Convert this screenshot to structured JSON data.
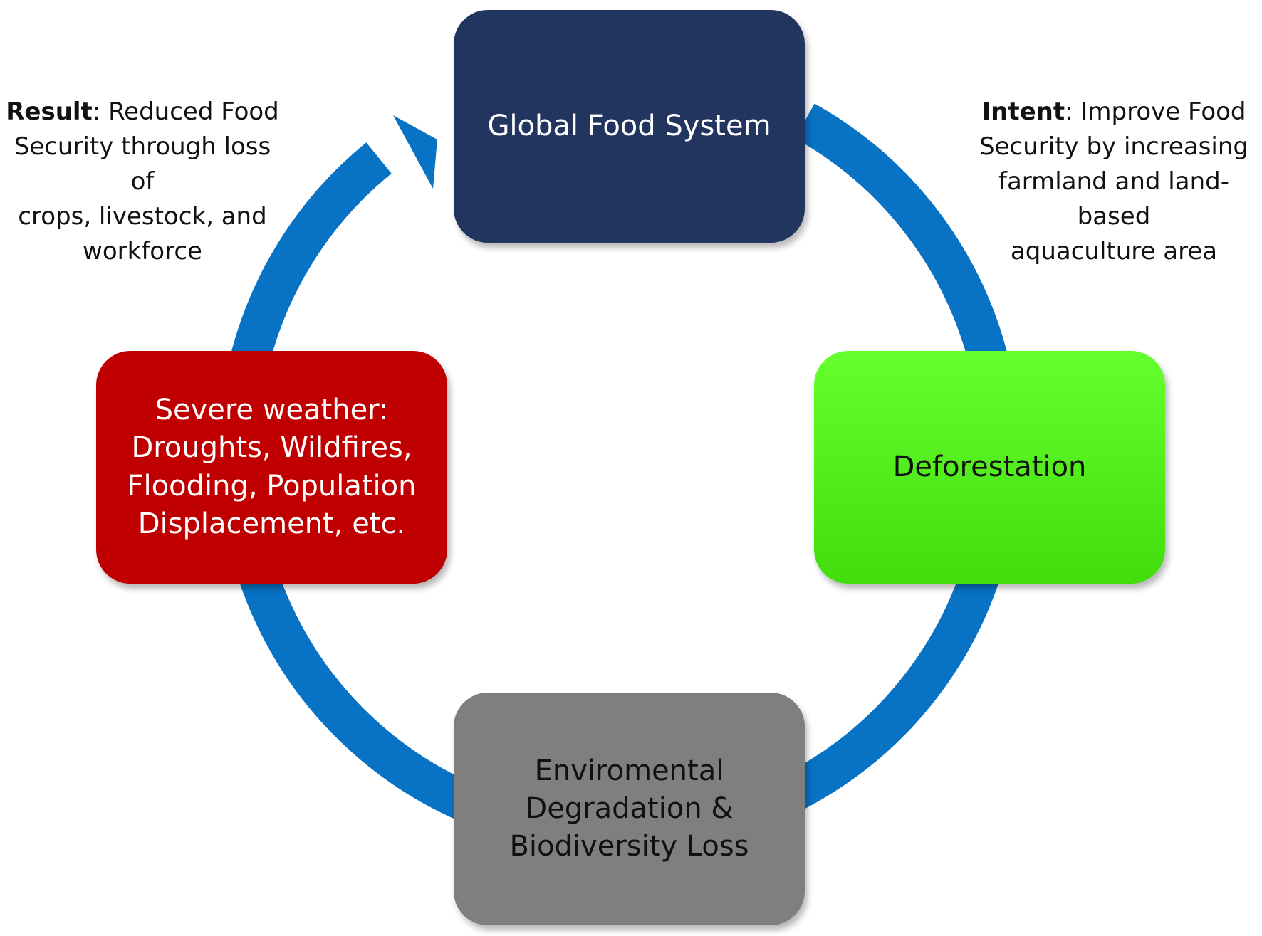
{
  "colors": {
    "ring": "#0872c4",
    "global_food_system": "#22355f",
    "deforestation": "#4fe91a",
    "environmental_degradation": "#7f7f7f",
    "severe_weather": "#c00000"
  },
  "nodes": {
    "global_food_system": {
      "label": "Global Food System",
      "text_color": "#ffffff"
    },
    "deforestation": {
      "label": "Deforestation",
      "text_color": "#111111"
    },
    "environmental_degradation": {
      "label": "Enviromental\nDegradation &\nBiodiversity Loss",
      "text_color": "#111111"
    },
    "severe_weather": {
      "label": "Severe weather:\nDroughts, Wildfires,\nFlooding, Population\nDisplacement, etc.",
      "text_color": "#ffffff"
    }
  },
  "annotations": {
    "result": {
      "heading": "Result",
      "text": ": Reduced Food\nSecurity through loss of\ncrops, livestock, and\nworkforce"
    },
    "intent": {
      "heading": "Intent",
      "text": ": Improve Food\nSecurity by increasing\nfarmland and land-based\naquaculture area"
    }
  }
}
